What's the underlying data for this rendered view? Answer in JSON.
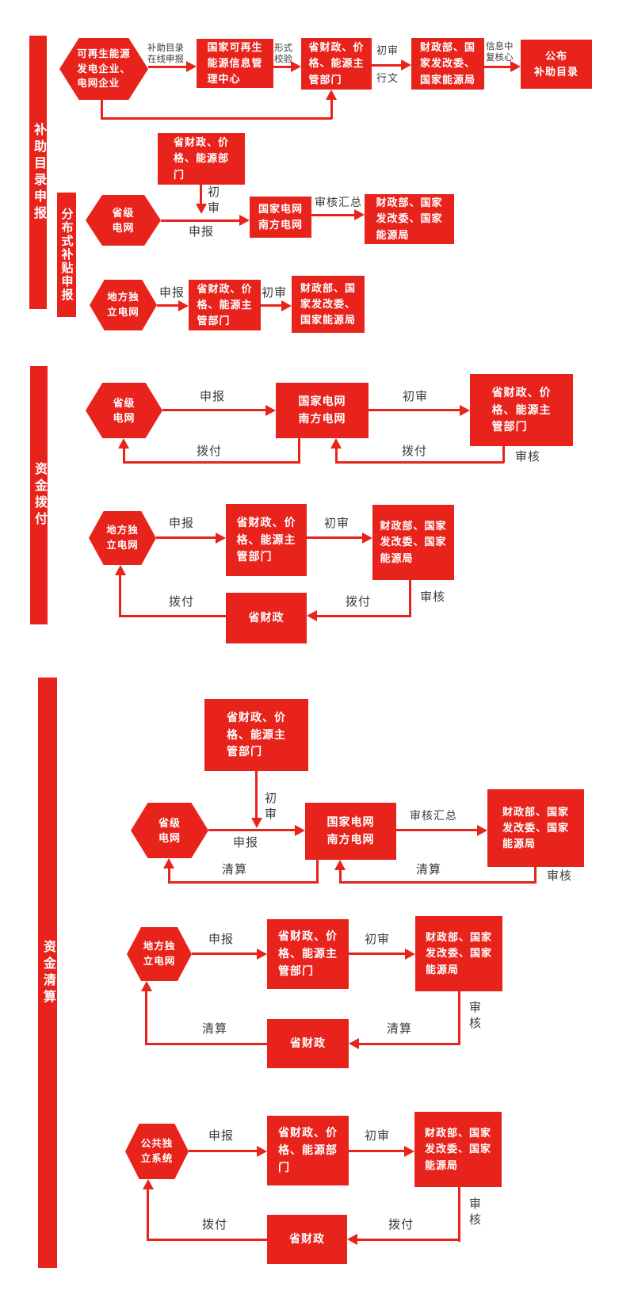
{
  "colors": {
    "red": "#e8231c",
    "label_text": "#3b3b3b",
    "node_text": "#ffffff",
    "background": "#ffffff"
  },
  "sections": {
    "catalog": {
      "bar": "补助目录申报",
      "hex_renewable": "可再生能源\n发电企业、\n电网企业",
      "lbl_online_declare": "补助目录\n在线申报",
      "box_info_center": "国家可再生\n能源信息管\n理中心",
      "lbl_format_check": "形式\n校验",
      "box_prov_dept": "省财政、价\n格、能源主\n管部门",
      "lbl_first_review": "初审",
      "lbl_issue": "行文",
      "box_ministries": "财政部、国\n家发改委、\n国家能源局",
      "lbl_info_recheck": "信息中\n复核心",
      "box_publish": "公布\n补助目录"
    },
    "distributed": {
      "bar": "分布式补贴申报",
      "box_prov_dept_top": "省财政、价\n格、能源部\n门",
      "lbl_first_review_v": "初\n审",
      "hex_prov_grid": "省级\n电网",
      "lbl_declare": "申报",
      "box_state_grid": "国家电网\n南方电网",
      "lbl_review_summary": "审核汇总",
      "box_ministries_wide": "财政部、国家\n发改委、国家\n能源局",
      "hex_local_grid": "地方独\n立电网",
      "lbl_declare2": "申报",
      "box_prov_dept2": "省财政、价\n格、能源主\n管部门",
      "lbl_first_review2": "初审",
      "box_ministries2": "财政部、国\n家发改委、\n国家能源局"
    },
    "allocation": {
      "bar": "资金拨付",
      "row1": {
        "hex_prov_grid": "省级\n电网",
        "lbl_declare": "申报",
        "box_state_grid": "国家电网\n南方电网",
        "lbl_first_review": "初审",
        "box_prov_dept": "省财政、价\n格、能源主\n管部门",
        "lbl_review": "审核",
        "lbl_allocate_mid": "拨付",
        "lbl_allocate_left": "拨付"
      },
      "row2": {
        "hex_local_grid": "地方独\n立电网",
        "lbl_declare": "申报",
        "box_prov_dept": "省财政、价\n格、能源主\n管部门",
        "lbl_first_review": "初审",
        "box_ministries": "财政部、国家\n发改委、国家\n能源局",
        "lbl_review": "审核",
        "lbl_allocate_mid": "拨付",
        "box_prov_finance": "省财政",
        "lbl_allocate_left": "拨付"
      }
    },
    "settlement": {
      "bar": "资金清算",
      "row1": {
        "box_prov_dept_top": "省财政、价\n格、能源主\n管部门",
        "lbl_first_review_v": "初\n审",
        "hex_prov_grid": "省级\n电网",
        "lbl_declare": "申报",
        "box_state_grid": "国家电网\n南方电网",
        "lbl_review_summary": "审核汇总",
        "box_ministries": "财政部、国家\n发改委、国家\n能源局",
        "lbl_review": "审核",
        "lbl_settle_mid": "清算",
        "lbl_settle_left": "清算"
      },
      "row2": {
        "hex_local_grid": "地方独\n立电网",
        "lbl_declare": "申报",
        "box_prov_dept": "省财政、价\n格、能源主\n管部门",
        "lbl_first_review": "初审",
        "box_ministries": "财政部、国家\n发改委、国家\n能源局",
        "lbl_review_v": "审\n核",
        "lbl_settle_mid": "清算",
        "box_prov_finance": "省财政",
        "lbl_settle_left": "清算"
      },
      "row3": {
        "hex_public_system": "公共独\n立系统",
        "lbl_declare": "申报",
        "box_prov_dept": "省财政、价\n格、能源部\n门",
        "lbl_first_review": "初审",
        "box_ministries": "财政部、国家\n发改委、国家\n能源局",
        "lbl_review_v": "审\n核",
        "lbl_allocate_mid": "拨付",
        "box_prov_finance": "省财政",
        "lbl_allocate_left": "拨付"
      }
    }
  }
}
